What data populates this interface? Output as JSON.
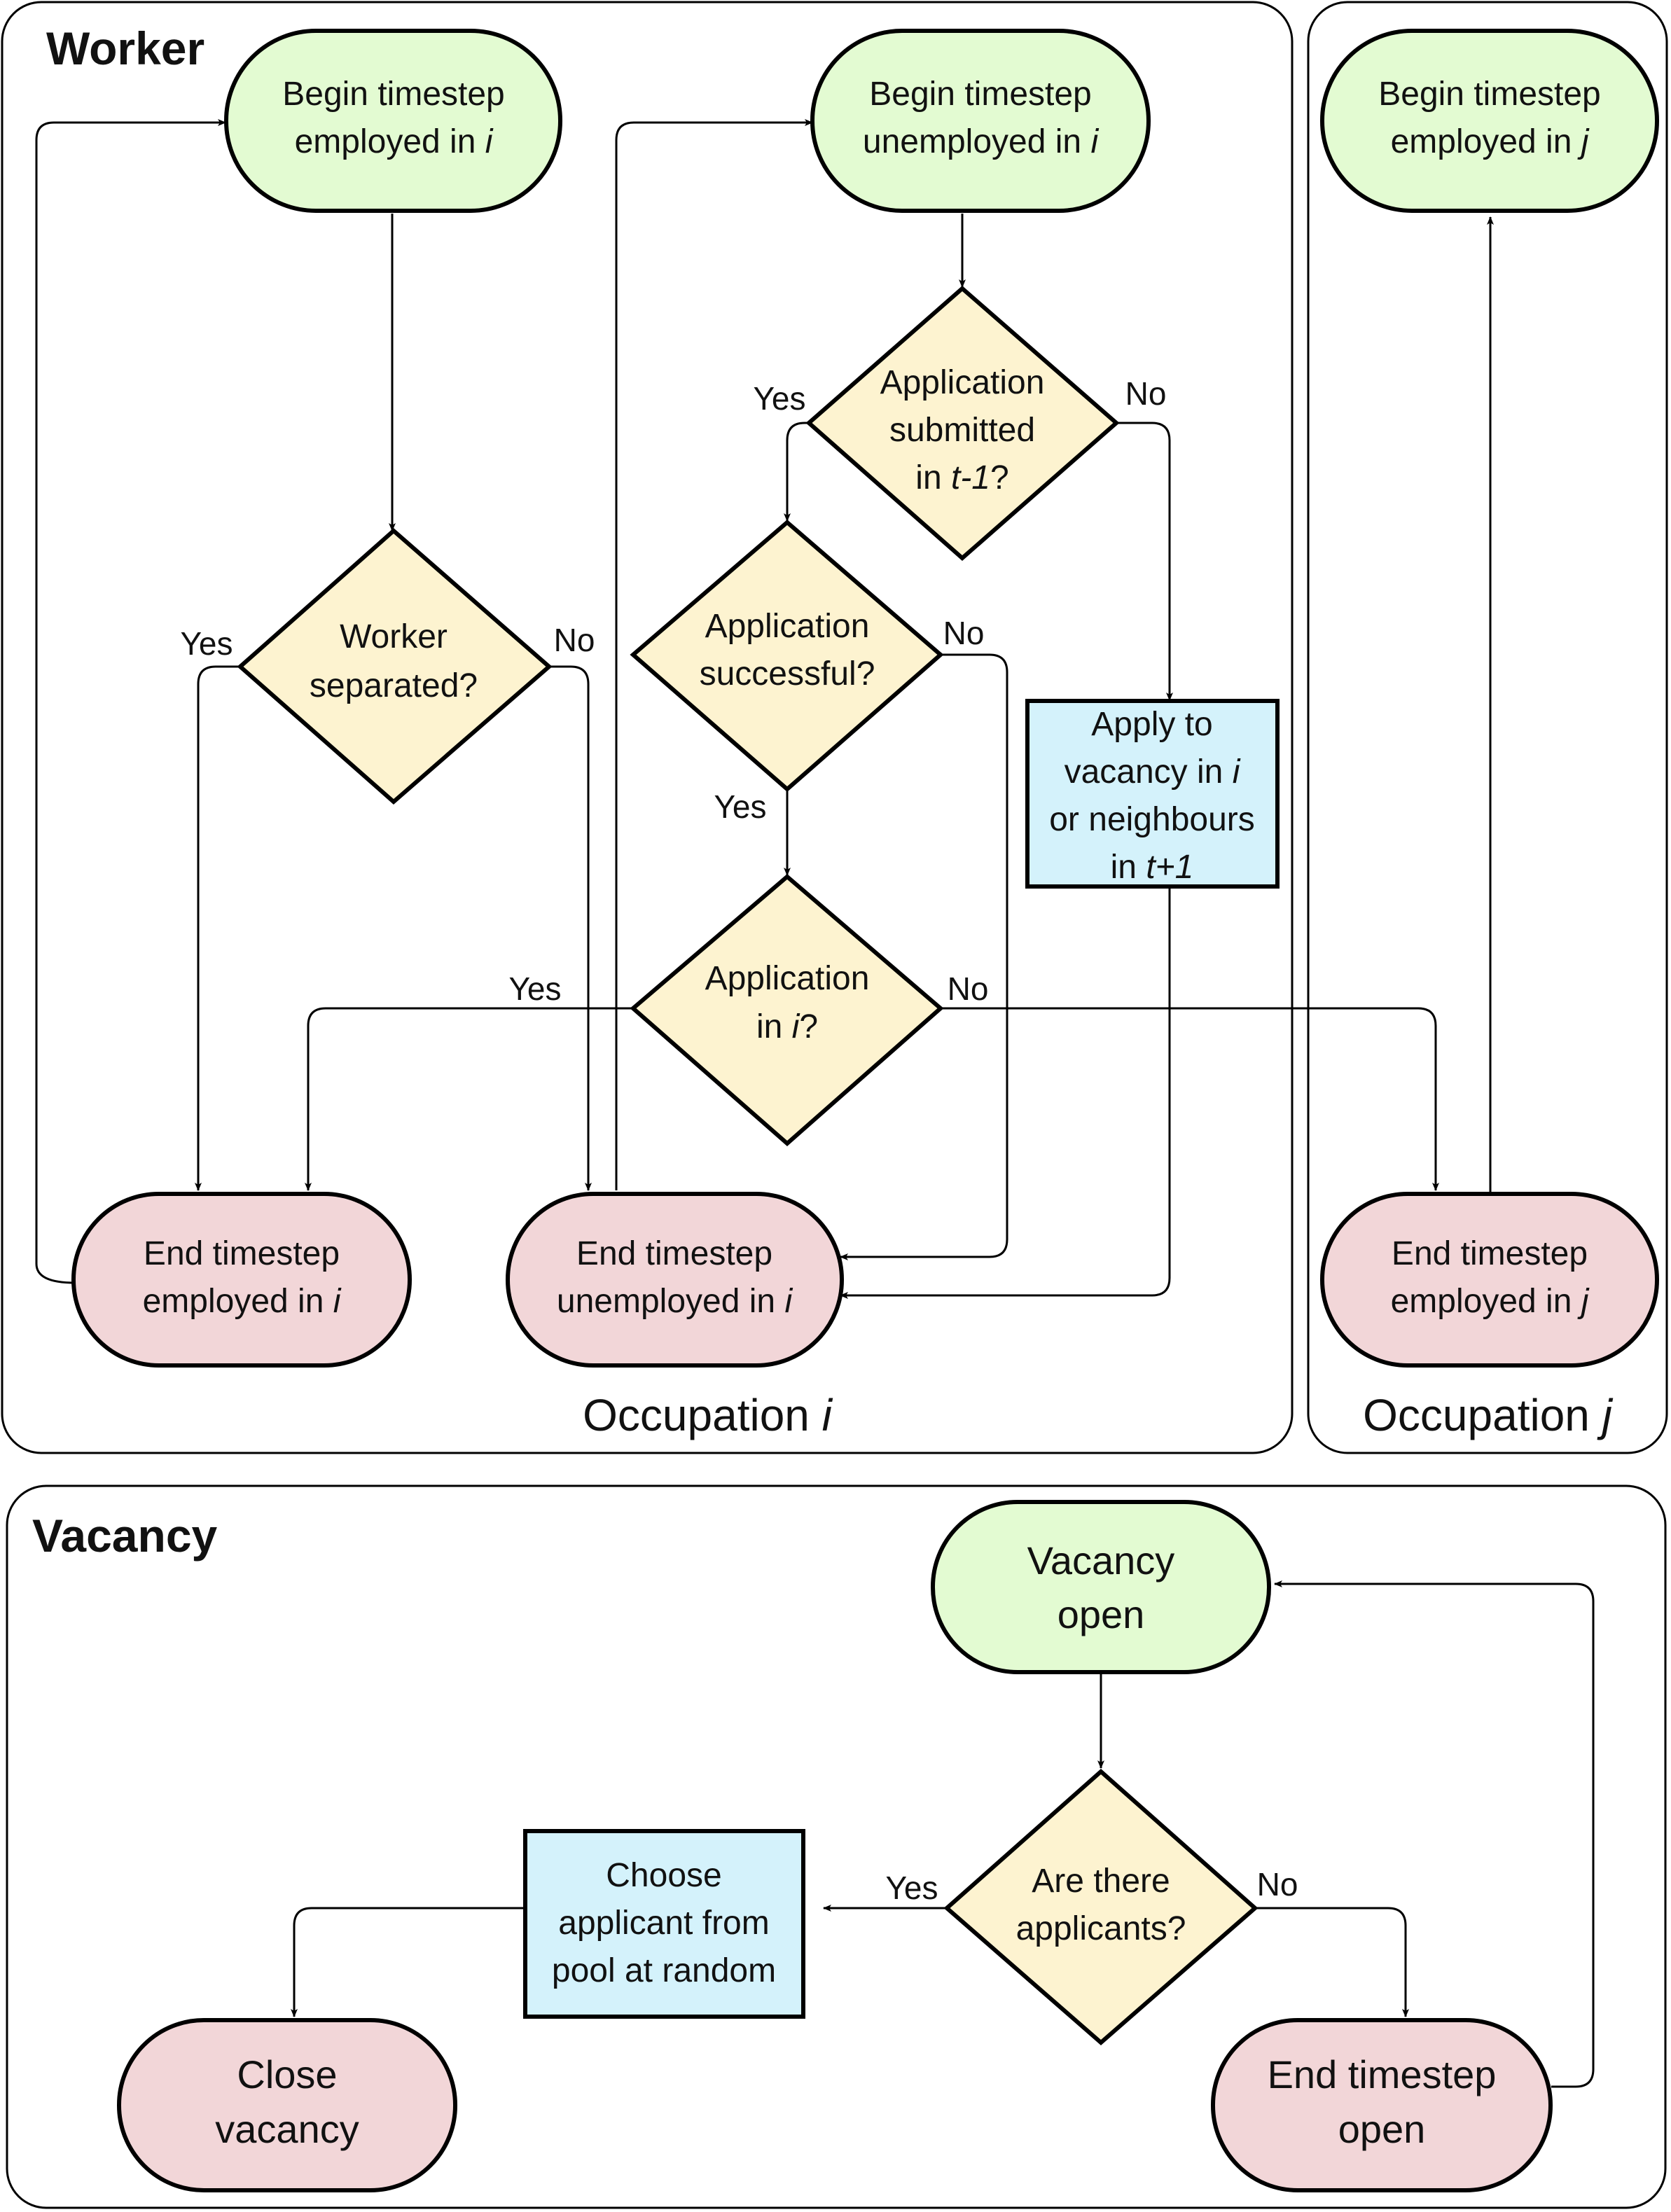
{
  "panels": {
    "worker": {
      "title": "Worker"
    },
    "vacancy": {
      "title": "Vacancy"
    },
    "occupation_i": {
      "caption": "Occupation ",
      "var": "i"
    },
    "occupation_j": {
      "caption": "Occupation ",
      "var": "j"
    }
  },
  "nodes": {
    "begin_emp_i": {
      "line1": "Begin timestep",
      "line2": "employed in ",
      "var": "i"
    },
    "begin_unemp_i": {
      "line1": "Begin timestep",
      "line2": "unemployed in ",
      "var": "i"
    },
    "begin_emp_j": {
      "line1": "Begin timestep",
      "line2": "employed in ",
      "var": "j"
    },
    "worker_separated": {
      "line1": "Worker",
      "line2": "separated?"
    },
    "app_submitted": {
      "line1": "Application",
      "line2": "submitted",
      "line3_pre": "in ",
      "line3_var": "t-1",
      "line3_post": "?"
    },
    "app_successful": {
      "line1": "Application",
      "line2": "successful?"
    },
    "app_in_i": {
      "line1": "Application",
      "line2_pre": "in ",
      "line2_var": "i",
      "line2_post": "?"
    },
    "apply_vacancy": {
      "line1": "Apply to",
      "line2_pre": "vacancy in ",
      "line2_var": "i",
      "line3": "or neighbours",
      "line4_pre": "in ",
      "line4_var": "t+1"
    },
    "end_emp_i": {
      "line1": "End timestep",
      "line2": "employed in ",
      "var": "i"
    },
    "end_unemp_i": {
      "line1": "End timestep",
      "line2": "unemployed in ",
      "var": "i"
    },
    "end_emp_j": {
      "line1": "End timestep",
      "line2": "employed in ",
      "var": "j"
    },
    "vacancy_open": {
      "line1": "Vacancy",
      "line2": "open"
    },
    "are_applicants": {
      "line1": "Are there",
      "line2": "applicants?"
    },
    "choose_applicant": {
      "line1": "Choose",
      "line2": "applicant from",
      "line3": "pool at random"
    },
    "close_vacancy": {
      "line1": "Close",
      "line2": "vacancy"
    },
    "end_open": {
      "line1": "End timestep",
      "line2": "open"
    }
  },
  "edge_labels": {
    "sep_yes": "Yes",
    "sep_no": "No",
    "sub_yes": "Yes",
    "sub_no": "No",
    "succ_no": "No",
    "succ_yes": "Yes",
    "in_i_yes": "Yes",
    "in_i_no": "No",
    "appl_yes": "Yes",
    "appl_no": "No"
  },
  "colors": {
    "begin": "#e3fbd2",
    "end": "#f2d6d8",
    "decision": "#fdf3d0",
    "process": "#d4f2fb"
  }
}
